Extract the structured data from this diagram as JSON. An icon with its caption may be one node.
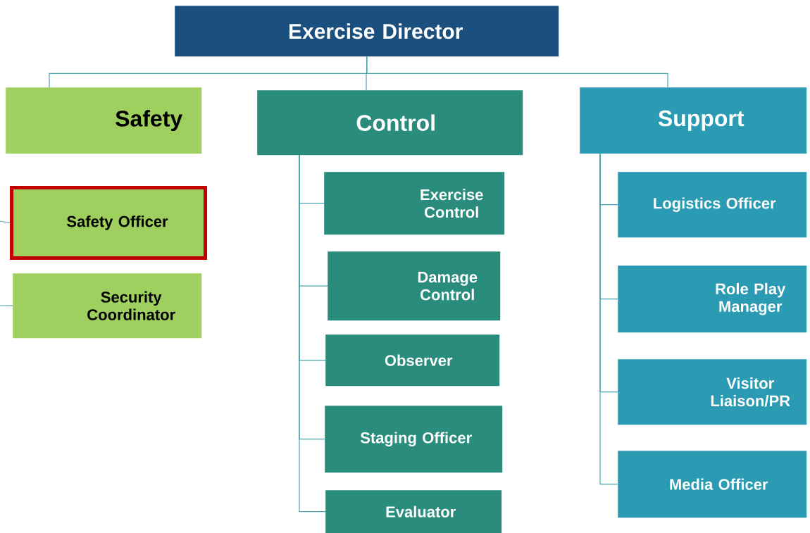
{
  "diagram": {
    "nodes": [
      {
        "text": [
          "Exercise Director"
        ]
      },
      {
        "text": [
          "Safety"
        ]
      },
      {
        "text": [
          "Control"
        ]
      },
      {
        "text": [
          "Support"
        ]
      },
      {
        "text": [
          "Safety Officer"
        ]
      },
      {
        "text": [
          "Security Coordinator"
        ]
      },
      {
        "text": [
          "Exercise Control"
        ]
      },
      {
        "text": [
          "Damage Control"
        ]
      },
      {
        "text": [
          "Observer"
        ]
      },
      {
        "text": [
          "Staging Officer"
        ]
      },
      {
        "text": [
          "Evaluator"
        ]
      },
      {
        "text": [
          "Logistics Officer"
        ]
      },
      {
        "text": [
          "Role Play Manager"
        ]
      },
      {
        "text": [
          "Visitor Liaison/PR"
        ]
      },
      {
        "text": [
          "Media Officer"
        ]
      }
    ],
    "edges": [
      {
        "from": 0,
        "to": 1,
        "arrow": "none"
      },
      {
        "from": 0,
        "to": 2,
        "arrow": "none"
      },
      {
        "from": 0,
        "to": 3,
        "arrow": "none"
      },
      {
        "from": 2,
        "to": 6,
        "arrow": "none"
      },
      {
        "from": 2,
        "to": 7,
        "arrow": "none"
      },
      {
        "from": 2,
        "to": 8,
        "arrow": "none"
      },
      {
        "from": 2,
        "to": 9,
        "arrow": "none"
      },
      {
        "from": 2,
        "to": 10,
        "arrow": "none"
      },
      {
        "from": 3,
        "to": 11,
        "arrow": "none"
      },
      {
        "from": 3,
        "to": 12,
        "arrow": "none"
      },
      {
        "from": 3,
        "to": 13,
        "arrow": "none"
      },
      {
        "from": 3,
        "to": 14,
        "arrow": "none"
      },
      {
        "from": null,
        "to": 4,
        "arrow": "none"
      },
      {
        "from": null,
        "to": 5,
        "arrow": "none"
      }
    ]
  }
}
